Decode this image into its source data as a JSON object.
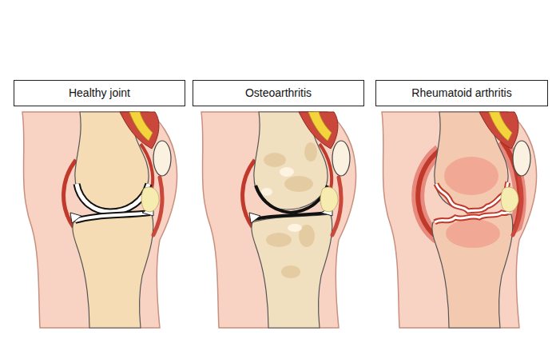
{
  "diagram": {
    "nodes": [
      {
        "text": [
          "Healthy joint"
        ]
      },
      {
        "text": [
          "Osteoarthritis"
        ]
      },
      {
        "text": [
          "Rheumatoid arthritis"
        ]
      }
    ]
  }
}
